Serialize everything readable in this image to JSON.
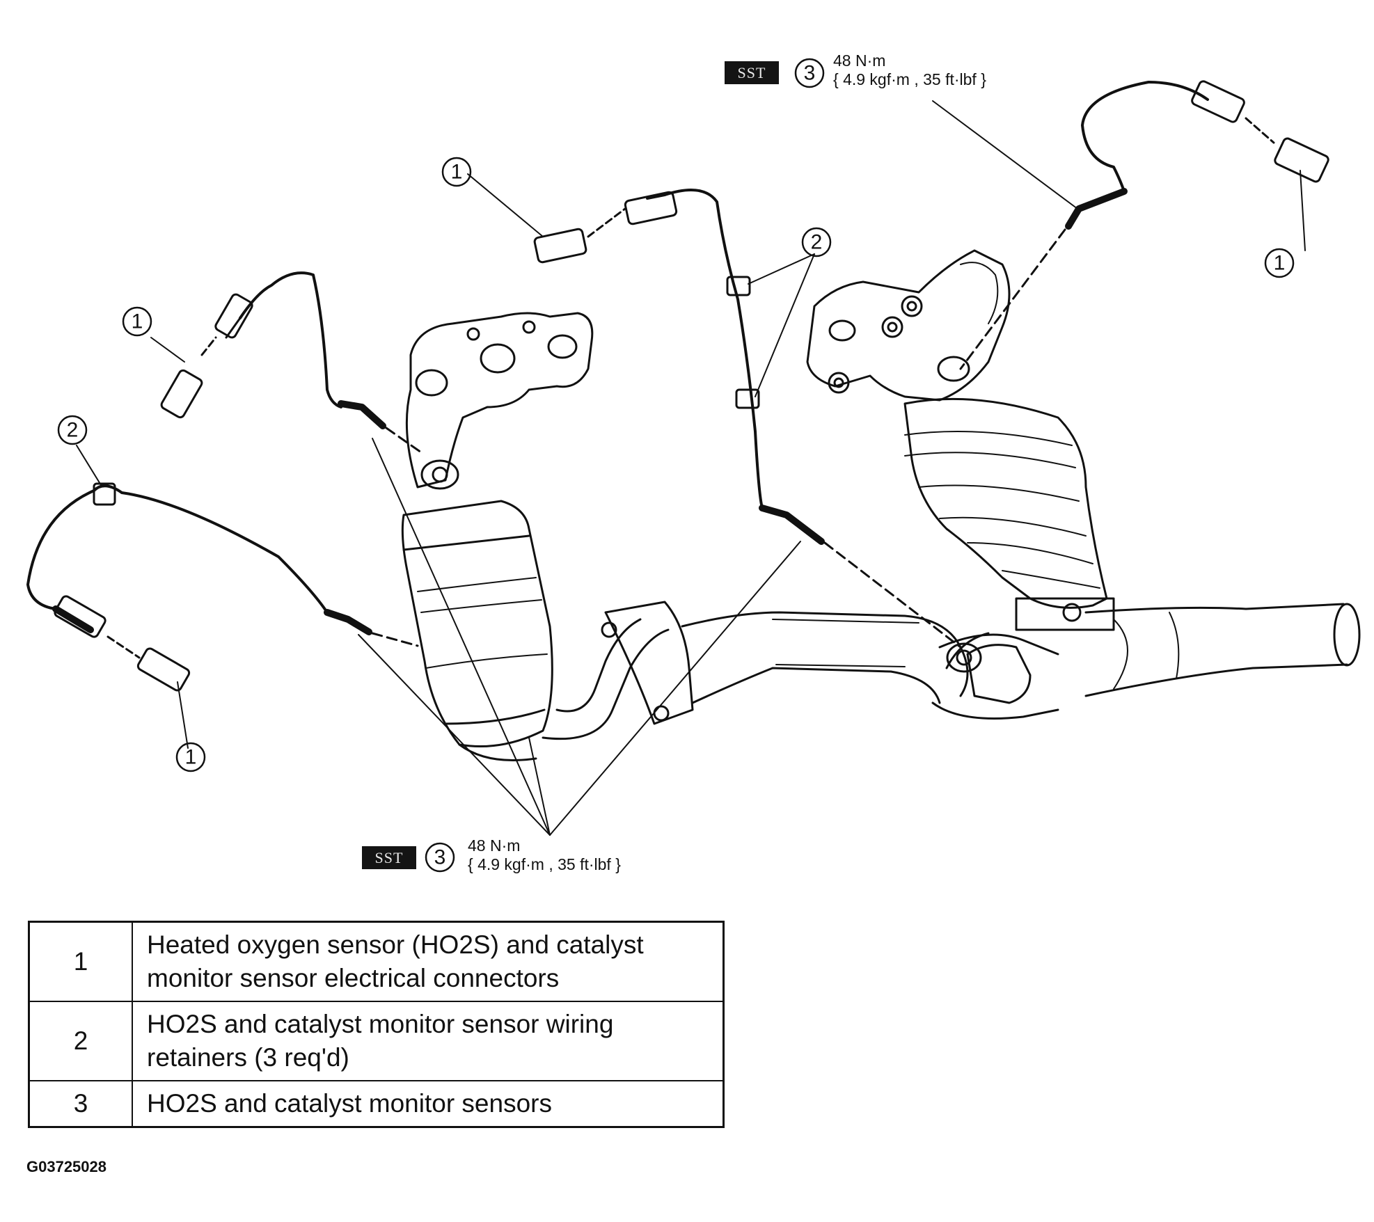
{
  "torque_spec_top": {
    "badge": "SST",
    "callout": "3",
    "line1": "48 N·m",
    "line2": "{ 4.9 kgf·m , 35 ft·lbf }"
  },
  "torque_spec_bottom": {
    "badge": "SST",
    "callout": "3",
    "line1": "48 N·m",
    "line2": "{ 4.9 kgf·m , 35 ft·lbf }"
  },
  "callouts": {
    "c1a": "1",
    "c1b": "1",
    "c1c": "1",
    "c1d": "1",
    "c2a": "2",
    "c2b": "2"
  },
  "legend": [
    {
      "num": "1",
      "lines": [
        "Heated oxygen sensor (HO2S) and catalyst",
        "monitor sensor electrical connectors"
      ]
    },
    {
      "num": "2",
      "lines": [
        "HO2S and catalyst monitor sensor wiring",
        "retainers (3 req'd)"
      ]
    },
    {
      "num": "3",
      "lines": [
        "HO2S and catalyst monitor sensors"
      ]
    }
  ],
  "figure_id": "G03725028",
  "colors": {
    "ink": "#111111",
    "badge": "#141414"
  }
}
